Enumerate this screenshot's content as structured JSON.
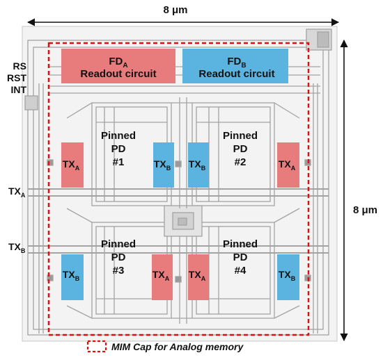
{
  "dimensions": {
    "width_label": "8 μm",
    "height_label": "8 μm"
  },
  "control_signals": [
    "RS",
    "RST",
    "INT"
  ],
  "readout": [
    {
      "fd_main": "FD",
      "fd_sub": "A",
      "label": "Readout circuit"
    },
    {
      "fd_main": "FD",
      "fd_sub": "B",
      "label": "Readout circuit"
    }
  ],
  "photodiodes": [
    {
      "line1": "Pinned",
      "line2": "PD",
      "line3": "#1"
    },
    {
      "line1": "Pinned",
      "line2": "PD",
      "line3": "#2"
    },
    {
      "line1": "Pinned",
      "line2": "PD",
      "line3": "#3"
    },
    {
      "line1": "Pinned",
      "line2": "PD",
      "line3": "#4"
    }
  ],
  "transfer_gates": [
    {
      "main": "TX",
      "sub": "A"
    },
    {
      "main": "TX",
      "sub": "B"
    },
    {
      "main": "TX",
      "sub": "B"
    },
    {
      "main": "TX",
      "sub": "A"
    },
    {
      "main": "TX",
      "sub": "B"
    },
    {
      "main": "TX",
      "sub": "A"
    },
    {
      "main": "TX",
      "sub": "A"
    },
    {
      "main": "TX",
      "sub": "B"
    }
  ],
  "row_lines": [
    {
      "main": "TX",
      "sub": "A"
    },
    {
      "main": "TX",
      "sub": "B"
    }
  ],
  "legend": {
    "label": "MIM Cap for Analog memory"
  },
  "colors": {
    "tx_a": "#e87b7b",
    "tx_b": "#5bb4df",
    "mim_border": "#dd1111"
  }
}
